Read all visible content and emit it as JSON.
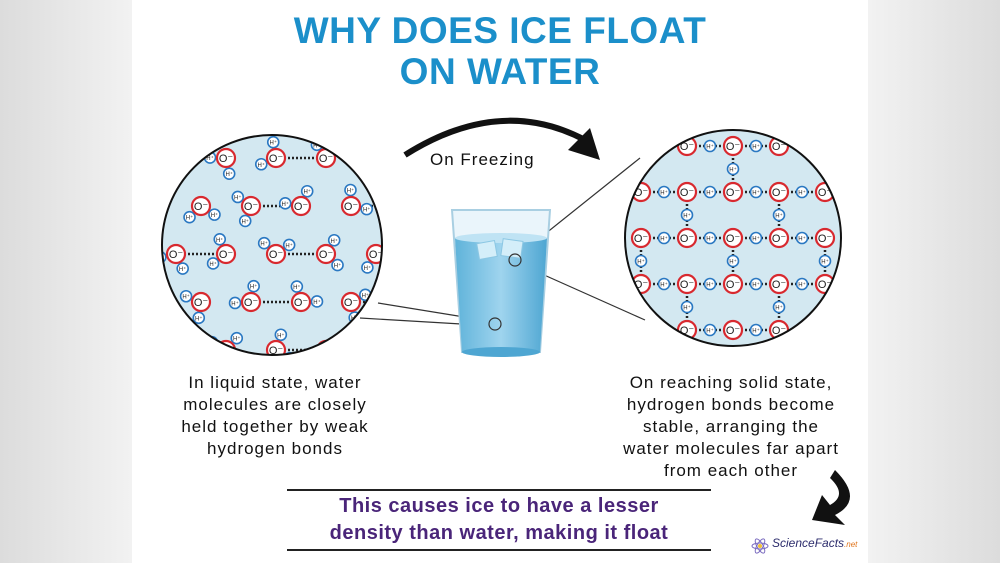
{
  "title_line1": "WHY DOES ICE FLOAT",
  "title_line2": "ON WATER",
  "arrow_label": "On Freezing",
  "liquid_caption": [
    "In liquid state, water",
    "molecules are closely",
    "held together by weak",
    "hydrogen bonds"
  ],
  "solid_caption": [
    "On reaching solid state,",
    "hydrogen bonds become",
    "stable, arranging the",
    "water molecules far apart",
    "from each other"
  ],
  "conclusion": [
    "This causes ice to have a lesser",
    "density than water, making it float"
  ],
  "atom_labels": {
    "oxygen": "O⁻",
    "hydrogen": "H⁺"
  },
  "logo": {
    "name": "ScienceFacts",
    "suffix": ".net"
  },
  "colors": {
    "title": "#1b8fca",
    "conclusion": "#4a2579",
    "oxygen": "#d8292f",
    "hydrogen": "#2a78c2",
    "circle_fill": "#d3e8f1"
  }
}
